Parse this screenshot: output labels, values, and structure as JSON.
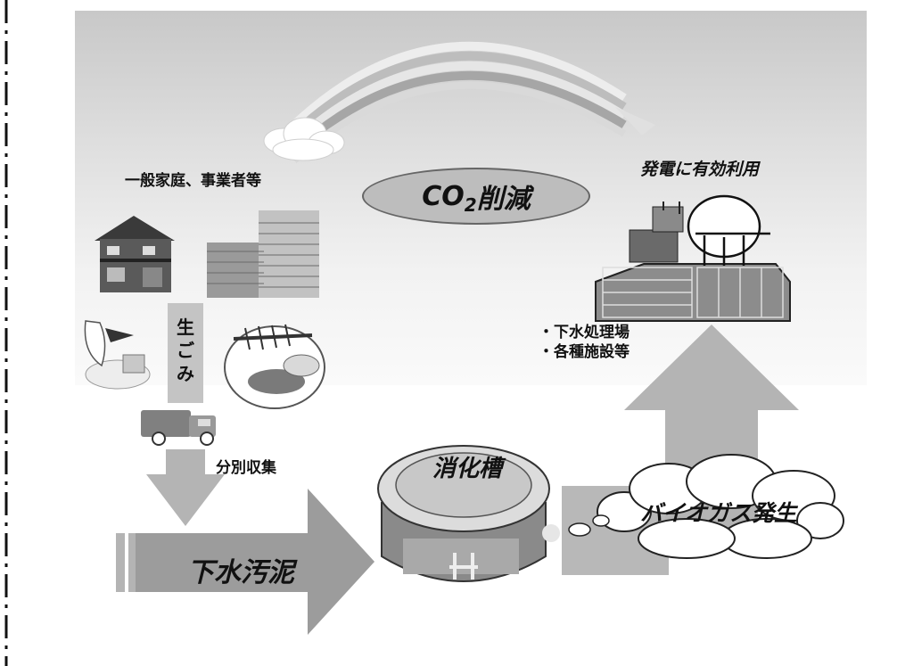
{
  "labels": {
    "households": "一般家庭、事業者等",
    "co2_main": "CO",
    "co2_sub": "2",
    "co2_suffix": "削減",
    "power": "発電に有効利用",
    "facility_1": "・下水処理場",
    "facility_2": "・各種施設等",
    "gomi_1": "生",
    "gomi_2": "ご",
    "gomi_3": "み",
    "collection": "分別収集",
    "sludge": "下水汚泥",
    "digester": "消化槽",
    "biogas": "バイオガス発生"
  },
  "icons": [
    "house-icon",
    "apartment-building-icon",
    "apple-core-icon",
    "fish-bone-plate-icon",
    "garbage-truck-icon",
    "sewage-treatment-plant-icon",
    "rainbow-icon",
    "digester-tank-icon"
  ],
  "colors": {
    "arrow": "#b4b4b4",
    "sludge_arrow": "#9c9c9c",
    "ellipse": "#bdbdbd",
    "cloud": "#ffffff"
  }
}
